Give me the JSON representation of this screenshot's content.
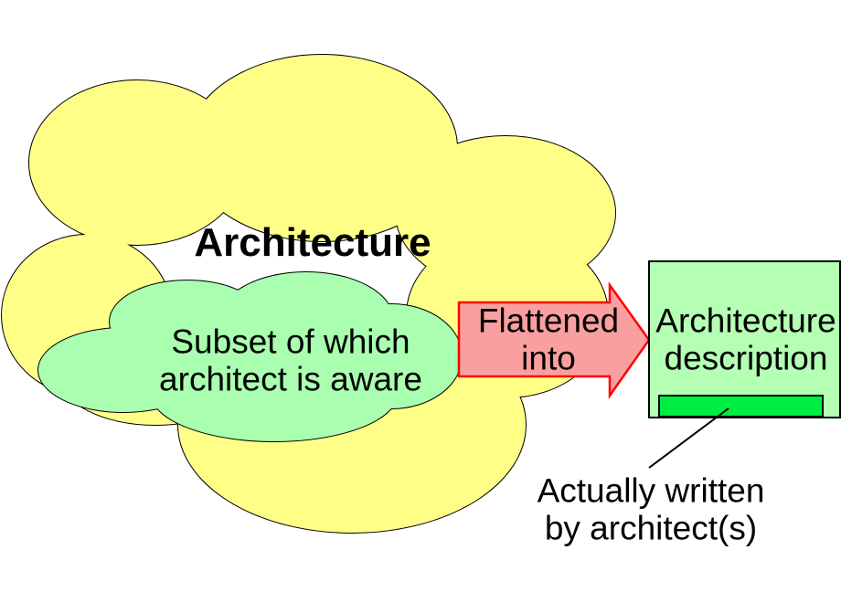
{
  "colors": {
    "background": "#FFFFFF",
    "cloud_yellow": "#FFFF87",
    "cloud_green": "#A9FFAF",
    "box_green": "#B4FFB4",
    "bar_green": "#00EE44",
    "arrow_fill": "#FA9F9F",
    "arrow_border": "#FF0000",
    "outline": "#000000"
  },
  "outer_cloud": {
    "label": "Architecture"
  },
  "inner_cloud": {
    "label_line1": "Subset of which",
    "label_line2": "architect is aware"
  },
  "arrow": {
    "label_line1": "Flattened",
    "label_line2": "into"
  },
  "description_box": {
    "label_line1": "Architecture",
    "label_line2": "description"
  },
  "annotation": {
    "label_line1": "Actually written",
    "label_line2": "by architect(s)"
  }
}
